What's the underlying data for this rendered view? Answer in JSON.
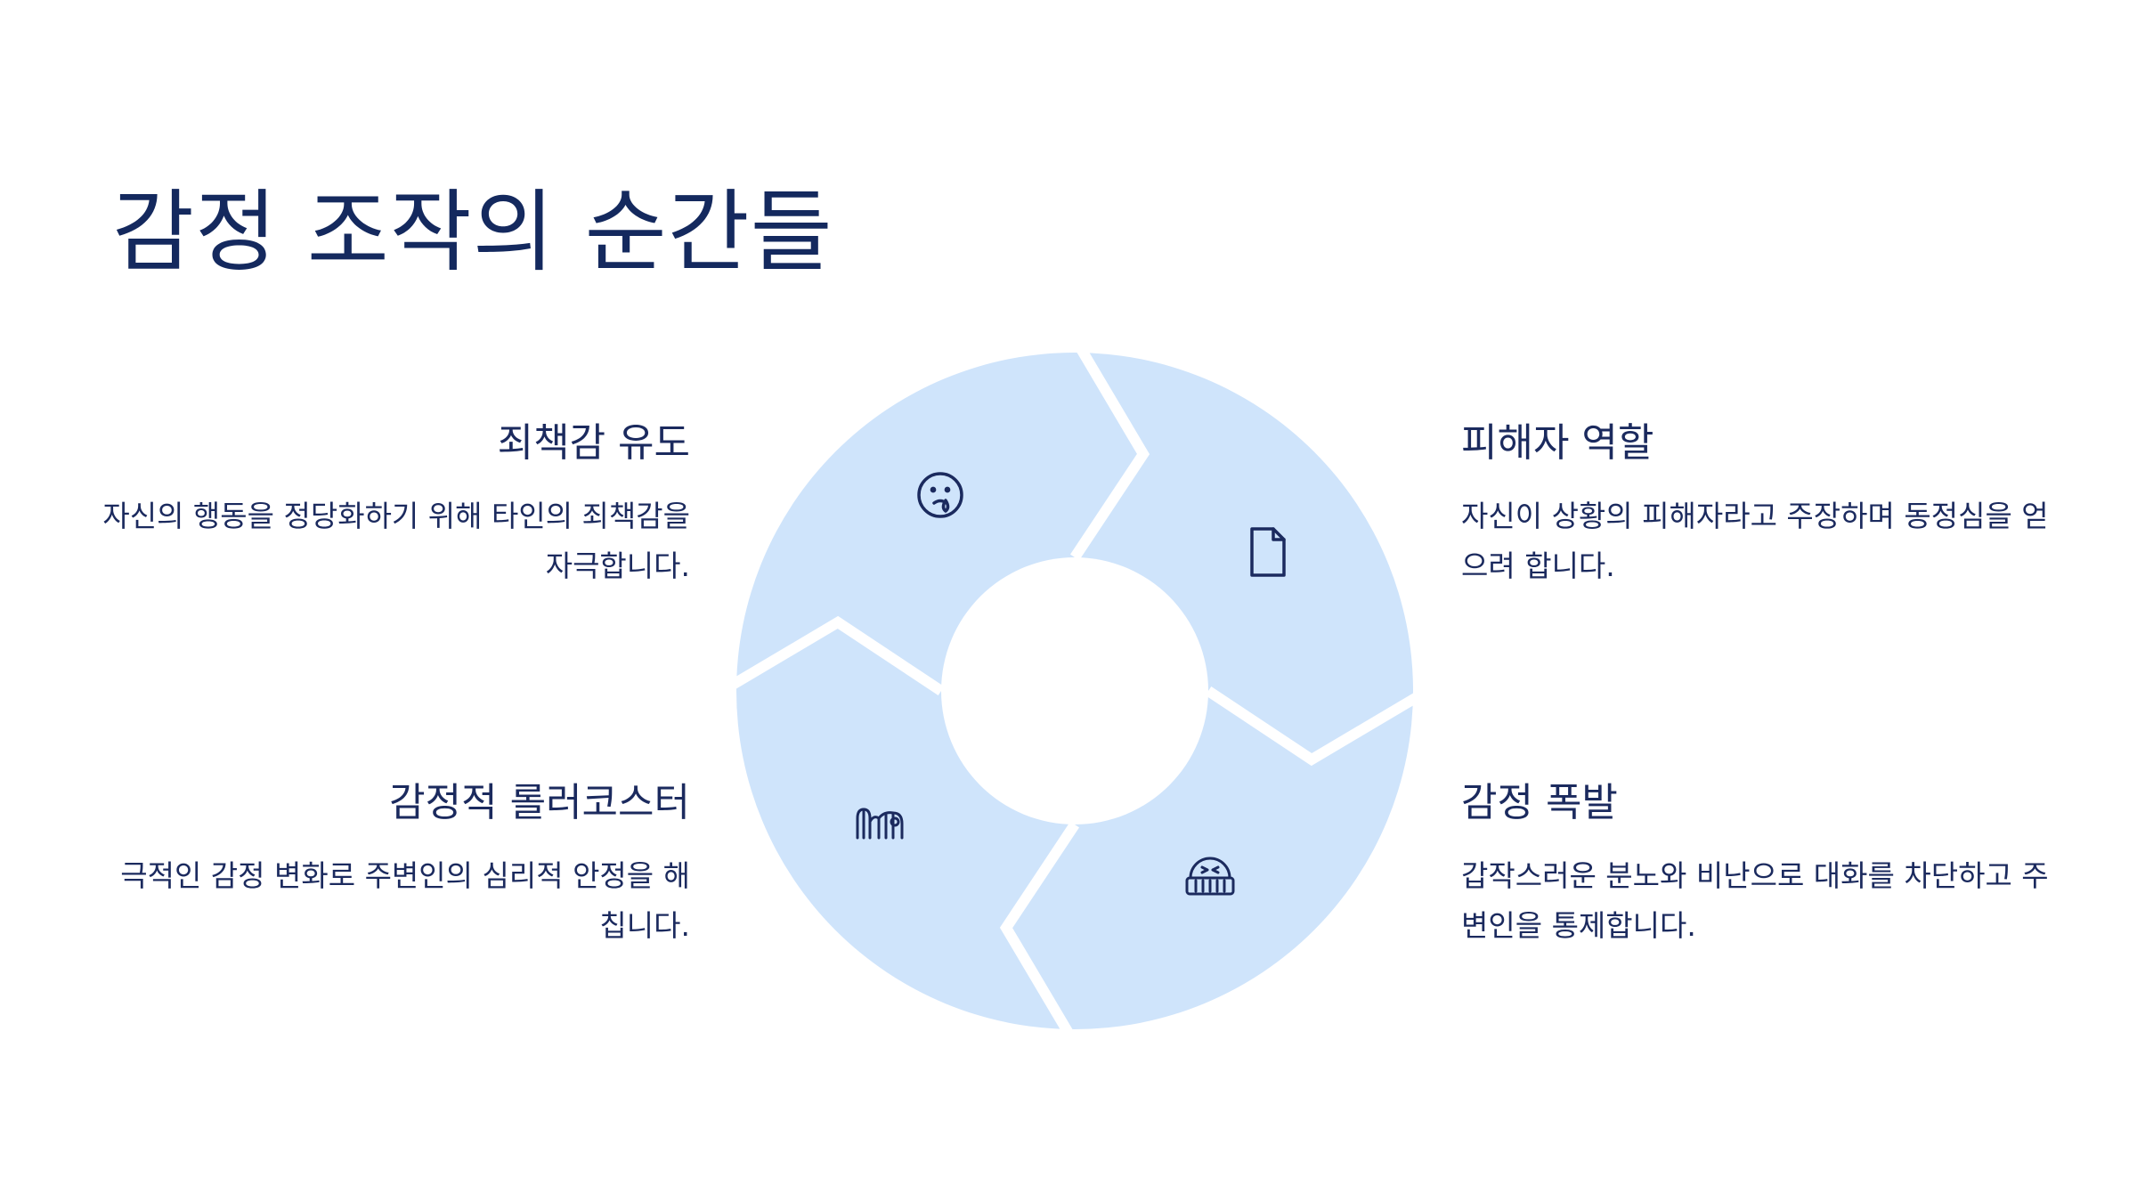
{
  "title": "감정 조작의 순간들",
  "colors": {
    "segment_fill": "#cfe4fb",
    "icon_stroke": "#1b2a5e",
    "text": "#1b2a5e",
    "background": "#ffffff"
  },
  "stages": [
    {
      "id": "guilt",
      "title": "죄책감 유도",
      "description": "자신의 행동을 정당화하기 위해 타인의 죄책감을 자극합니다.",
      "icon": "crying-face-icon"
    },
    {
      "id": "victim",
      "title": "피해자 역할",
      "description": "자신이 상황의 피해자라고 주장하며 동정심을 얻으려 합니다.",
      "icon": "document-icon"
    },
    {
      "id": "outburst",
      "title": "감정 폭발",
      "description": "갑작스러운 분노와 비난으로 대화를 차단하고 주변인을 통제합니다.",
      "icon": "cursing-face-icon"
    },
    {
      "id": "rollercoaster",
      "title": "감정적 롤러코스터",
      "description": "극적인 감정 변화로 주변인의 심리적 안정을 해칩니다.",
      "icon": "roller-coaster-icon"
    }
  ]
}
